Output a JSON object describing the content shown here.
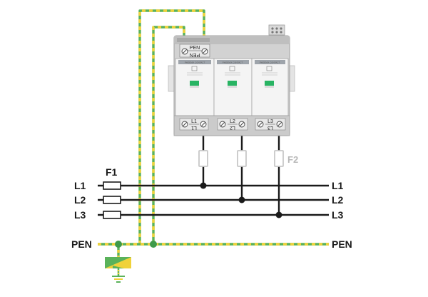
{
  "labels": {
    "f1": "F1",
    "f2": "F2",
    "left_lines": [
      "L1",
      "L2",
      "L3"
    ],
    "right_lines": [
      "L1",
      "L2",
      "L3"
    ],
    "pen_left": "PEN",
    "pen_right": "PEN"
  },
  "device": {
    "pen_terminal": "PEN",
    "pen_terminal_mirror": "PEN",
    "modules": [
      {
        "top_label": "L1",
        "bottom_label": "L1"
      },
      {
        "top_label": "L2",
        "bottom_label": "L2"
      },
      {
        "top_label": "L3",
        "bottom_label": "L3"
      }
    ]
  },
  "colors": {
    "conductor": "#1a1a1a",
    "pe_green": "#5ab25a",
    "pe_yellow": "#f0d23a",
    "fuse_gray": "#c8c8c8",
    "device_gray": "#d6d6d6",
    "status_green": "#28b463"
  }
}
